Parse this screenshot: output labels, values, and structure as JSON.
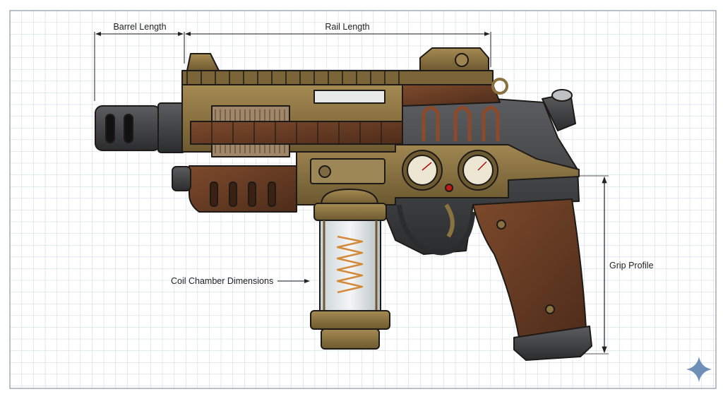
{
  "annotations": {
    "barrel_length": "Barrel Length",
    "rail_length": "Rail Length",
    "coil_chamber": "Coil Chamber Dimensions",
    "grip_profile": "Grip Profile"
  },
  "icons": {
    "corner": "sparkle-icon"
  },
  "colors": {
    "grid": "#c9d3dd",
    "brass": "#8a7240",
    "wood": "#6b3f26",
    "steel": "#3d3f42",
    "sparkle": "#6d8fb8"
  }
}
